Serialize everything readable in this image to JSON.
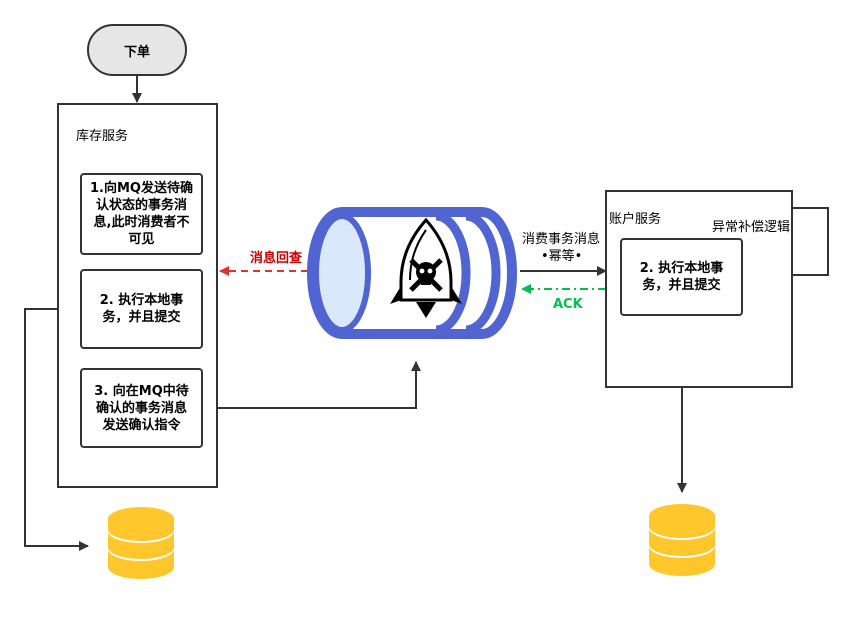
{
  "order_node": {
    "label": "下单"
  },
  "inventory_service": {
    "title": "库存服务",
    "steps": [
      {
        "lines": [
          "1.向MQ发送待确",
          "认状态的事务消",
          "息,此时消费者不",
          "可见"
        ]
      },
      {
        "lines": [
          "2. 执行本地事",
          "务，并且提交"
        ]
      },
      {
        "lines": [
          "3. 向在MQ中待",
          "确认的事务消息",
          "发送确认指令"
        ]
      }
    ]
  },
  "account_service": {
    "title": "账户服务",
    "compensation_label": "异常补偿逻辑",
    "step": {
      "lines": [
        "2. 执行本地事",
        "务，并且提交"
      ]
    }
  },
  "edges": {
    "message_check": "消息回查",
    "consume": [
      "消费事务消息",
      "•幂等•"
    ],
    "ack": "ACK"
  },
  "colors": {
    "queue_blue": "#5064d2",
    "queue_fill": "#dae8fc",
    "database_yellow": "#ffc72c",
    "check_red": "#e63030",
    "ack_green": "#00c050",
    "check_label": "#cc0000"
  },
  "icons": [
    "rocket-icon",
    "skull-icon",
    "database-icon"
  ]
}
